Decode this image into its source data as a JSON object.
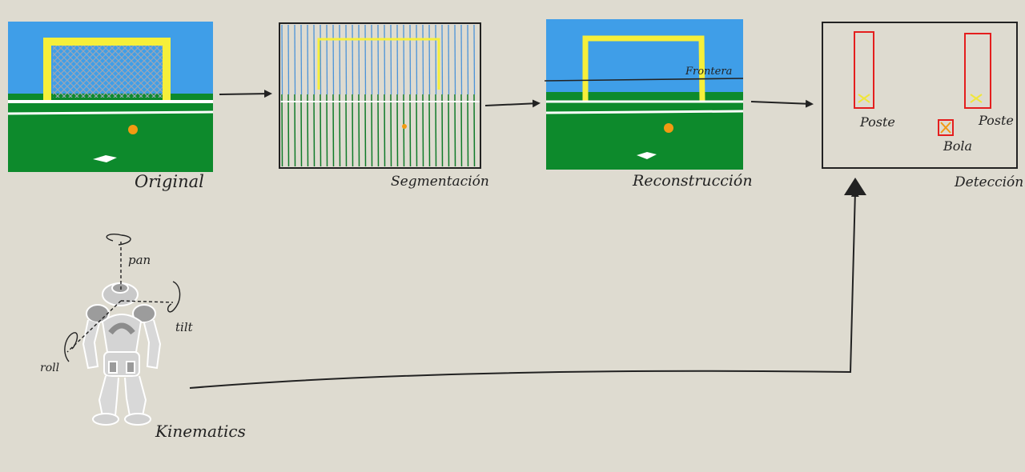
{
  "colors": {
    "background": "#dedbd0",
    "sky": "#3f9ee8",
    "grass": "#0d8a2c",
    "goal": "#f6ef3a",
    "ball": "#f29a12",
    "line": "#ffffff",
    "ink": "#222222",
    "detect_box": "#e41e1e",
    "segmentation_sky_stripe": "#4b93d8",
    "segmentation_grass_stripe": "#0f7a28"
  },
  "stages": {
    "original": "Original",
    "segmentation": "Segmentación",
    "reconstruction": "Reconstrucción",
    "detection": "Detección"
  },
  "reconstruction": {
    "horizon_label": "Frontera"
  },
  "detection": {
    "post_left_label": "Poste",
    "post_right_label": "Poste",
    "ball_label": "Bola"
  },
  "robot": {
    "pan_label": "pan",
    "tilt_label": "tilt",
    "roll_label": "roll",
    "kinematics_label": "Kinematics"
  },
  "icons": [
    "arrow-right-icon",
    "arrow-up-icon",
    "robot-icon",
    "rotation-icon",
    "detection-mark-icon"
  ]
}
